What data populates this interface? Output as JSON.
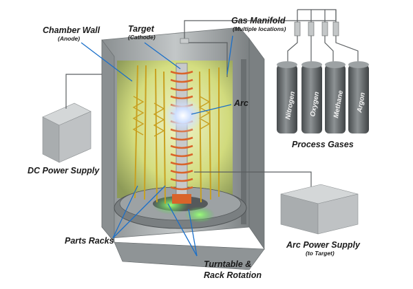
{
  "labels": {
    "chamber_wall": "Chamber Wall",
    "chamber_wall_sub": "(Anode)",
    "target": "Target",
    "target_sub": "(Cathode)",
    "gas_manifold": "Gas Manifold",
    "gas_manifold_sub": "(Multiple locations)",
    "arc": "Arc",
    "dc_power": "DC Power Supply",
    "process_gases": "Process Gases",
    "parts_racks": "Parts Racks",
    "turntable_1": "Turntable &",
    "turntable_2": "Rack Rotation",
    "arc_power": "Arc Power Supply",
    "arc_power_sub": "(to Target)"
  },
  "gases": [
    "Nitrogen",
    "Oxygen",
    "Methane",
    "Argon"
  ],
  "colors": {
    "chamber": "#9ea3a5",
    "chamber_dark": "#6f7476",
    "glow": "#e6f0a0",
    "coil": "#d9642a",
    "cylinder": "#5d6265",
    "box": "#b8bcbe",
    "racks": "#c8a020",
    "plasma": "#cfe0ff",
    "green_glow": "#4fd04a"
  }
}
